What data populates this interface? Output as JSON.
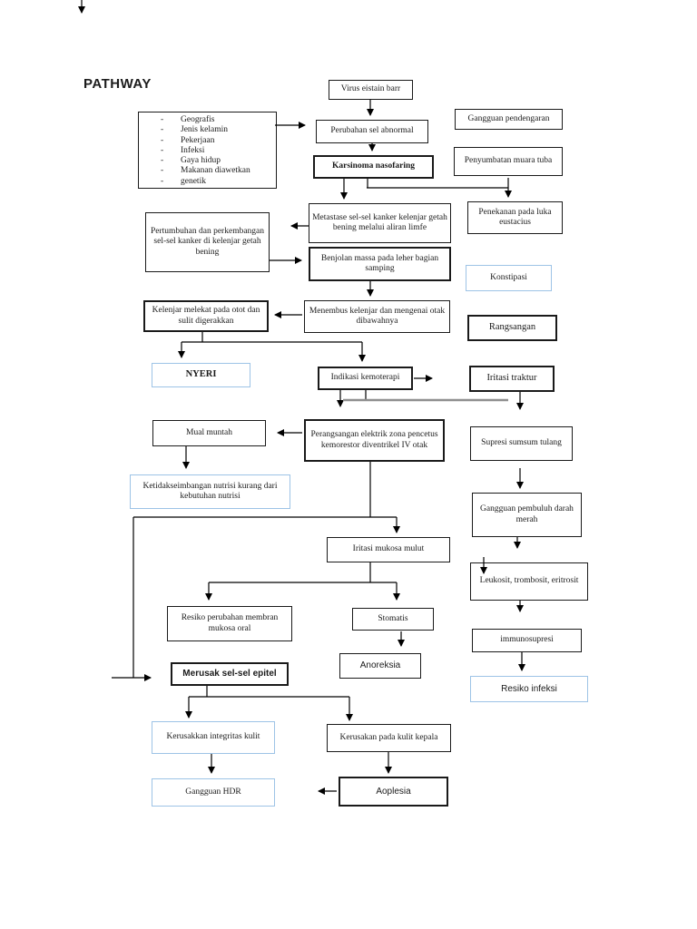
{
  "page": {
    "title": "PATHWAY"
  },
  "risk_factors": {
    "items": [
      "Geografis",
      "Jenis kelamin",
      "Pekerjaan",
      "Infeksi",
      "Gaya hidup",
      "Makanan diawetkan",
      "genetik"
    ]
  },
  "nodes": {
    "virus": {
      "label": "Virus eistain barr"
    },
    "perubahan": {
      "label": "Perubahan sel abnormal"
    },
    "karsinoma": {
      "label": "Karsinoma nasofaring"
    },
    "gangguan_pendengaran": {
      "label": "Gangguan pendengaran"
    },
    "penyumbatan": {
      "label": "Penyumbatan muara tuba"
    },
    "penekanan": {
      "label": "Penekanan pada luka eustacius"
    },
    "pertumbuhan": {
      "label": "Pertumbuhan dan perkembangan sel-sel kanker di kelenjar getah bening"
    },
    "metastase": {
      "label": "Metastase sel-sel kanker kelenjar getah bening melalui aliran limfe"
    },
    "benjolan": {
      "label": "Benjolan massa pada leher bagian samping"
    },
    "konstipasi": {
      "label": "Konstipasi"
    },
    "rangsangan": {
      "label": "Rangsangan"
    },
    "kelenjar_melekat": {
      "label": "Kelenjar melekat pada otot dan sulit digerakkan"
    },
    "menembus": {
      "label": "Menembus kelenjar dan mengenai otak dibawahnya"
    },
    "nyeri": {
      "label": "NYERI"
    },
    "indikasi": {
      "label": "Indikasi kemoterapi"
    },
    "iritasi_traktur": {
      "label": "Iritasi traktur"
    },
    "mual": {
      "label": "Mual muntah"
    },
    "perangsangan": {
      "label": "Perangsangan elektrik zona pencetus kemorestor diventrikel IV otak"
    },
    "supresi": {
      "label": "Supresi sumsum tulang"
    },
    "ketidakseimbangan": {
      "label": "Ketidakseimbangan nutrisi kurang dari kebutuhan nutrisi"
    },
    "gangguan_pembuluh": {
      "label": "Gangguan pembuluh darah merah"
    },
    "iritasi_mukosa": {
      "label": "Iritasi mukosa mulut"
    },
    "leukosit": {
      "label": "Leukosit, trombosit, eritrosit"
    },
    "resiko_membran": {
      "label": "Resiko perubahan membran mukosa oral"
    },
    "stomatis": {
      "label": "Stomatis"
    },
    "immunosupresi": {
      "label": "immunosupresi"
    },
    "anoreksia": {
      "label": "Anoreksia"
    },
    "merusak": {
      "label": "Merusak sel-sel epitel"
    },
    "resiko_infeksi": {
      "label": "Resiko infeksi"
    },
    "kerusakkan_integritas": {
      "label": "Kerusakkan integritas kulit"
    },
    "kerusakan_kulit": {
      "label": "Kerusakan pada kulit kepala"
    },
    "gangguan_hdr": {
      "label": "Gangguan HDR"
    },
    "aoplesia": {
      "label": "Aoplesia"
    }
  },
  "colors": {
    "accent_blue": "#9DC3E6",
    "line": "#000000"
  }
}
